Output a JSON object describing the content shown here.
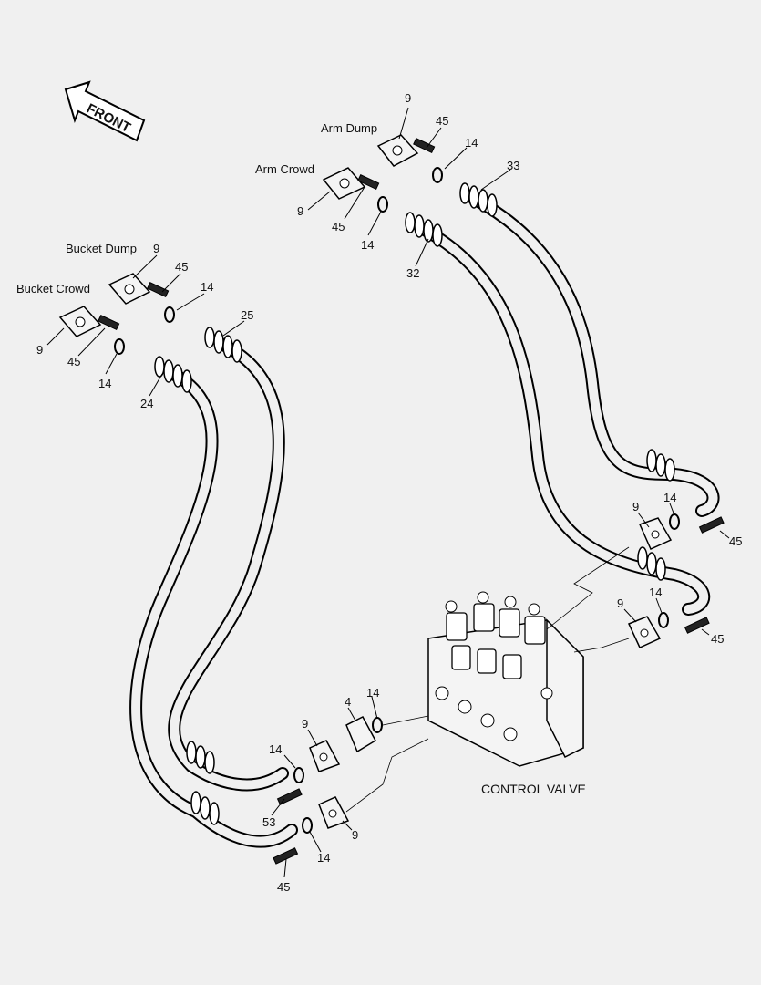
{
  "front_label": "FRONT",
  "lines": {
    "arm_dump": "Arm Dump",
    "arm_crowd": "Arm Crowd",
    "bucket_dump": "Bucket Dump",
    "bucket_crowd": "Bucket Crowd"
  },
  "control_valve_label": "CONTROL VALVE",
  "callouts": {
    "arm_dump_flange": "9",
    "arm_dump_bolt": "45",
    "arm_dump_oring": "14",
    "arm_dump_hose": "33",
    "arm_crowd_flange": "9",
    "arm_crowd_bolt": "45",
    "arm_crowd_oring": "14",
    "arm_crowd_hose": "32",
    "bucket_dump_flange": "9",
    "bucket_dump_bolt": "45",
    "bucket_dump_oring": "14",
    "bucket_dump_hose": "25",
    "bucket_crowd_flange": "9",
    "bucket_crowd_bolt": "45",
    "bucket_crowd_oring": "14",
    "bucket_crowd_hose": "24",
    "valve_top_flange": "9",
    "valve_top_oring": "14",
    "valve_top_bolt": "45",
    "valve_mid_flange": "9",
    "valve_mid_oring": "14",
    "valve_mid_bolt": "45",
    "adapter": "4",
    "adapter_oring": "14",
    "lower_flange_1": "9",
    "lower_oring_1": "14",
    "lower_bolt_53": "53",
    "lower_flange_2": "9",
    "lower_oring_2": "14",
    "lower_bolt_2": "45"
  }
}
